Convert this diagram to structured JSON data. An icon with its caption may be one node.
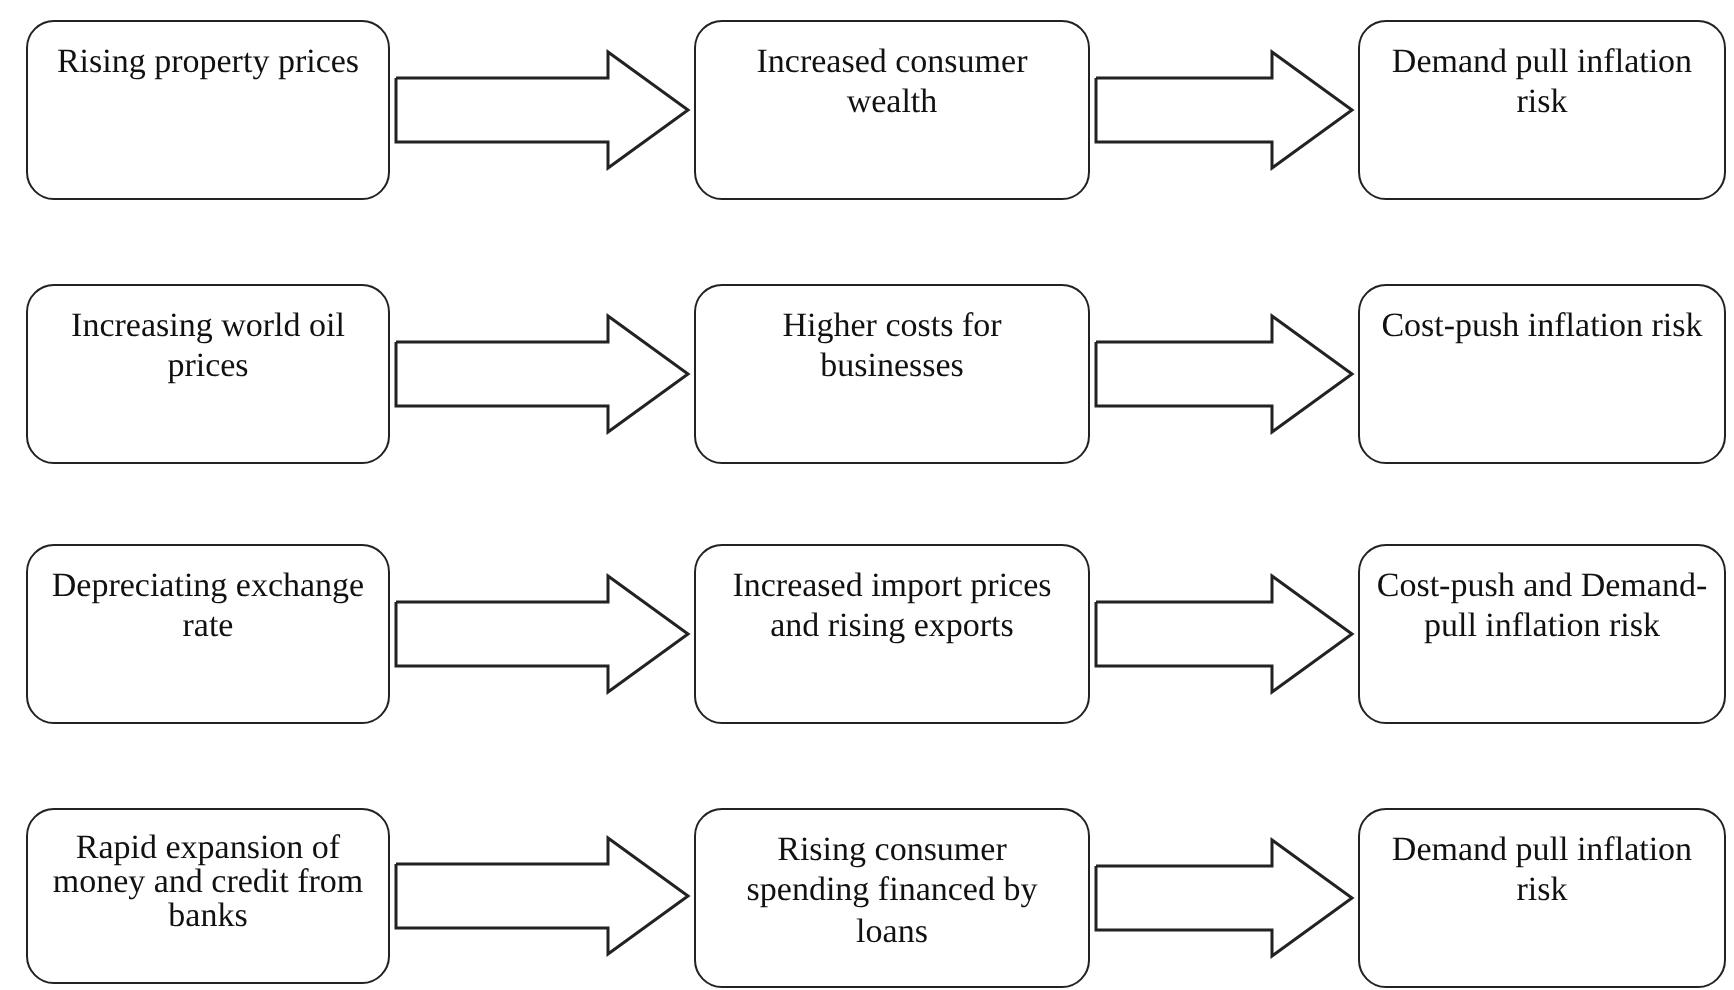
{
  "diagram": {
    "nodes": [
      {
        "text": [
          "Rising property prices"
        ]
      },
      {
        "text": [
          "Increased consumer wealth"
        ]
      },
      {
        "text": [
          "Demand pull inflation risk"
        ]
      },
      {
        "text": [
          "Increasing world oil prices"
        ]
      },
      {
        "text": [
          "Higher costs for businesses"
        ]
      },
      {
        "text": [
          "Cost-push inflation risk"
        ]
      },
      {
        "text": [
          "Depreciating exchange rate"
        ]
      },
      {
        "text": [
          "Increased import prices and rising exports"
        ]
      },
      {
        "text": [
          "Cost-push and Demand-pull inflation risk"
        ]
      },
      {
        "text": [
          "Rapid expansion of money and credit from banks"
        ]
      },
      {
        "text": [
          "Rising consumer spending financed by loans"
        ]
      },
      {
        "text": [
          "Demand pull inflation risk"
        ]
      }
    ],
    "edges": [
      {
        "from": 0,
        "to": 1,
        "arrow": "to"
      },
      {
        "from": 1,
        "to": 2,
        "arrow": "to"
      },
      {
        "from": 3,
        "to": 4,
        "arrow": "to"
      },
      {
        "from": 4,
        "to": 5,
        "arrow": "to"
      },
      {
        "from": 6,
        "to": 7,
        "arrow": "to"
      },
      {
        "from": 7,
        "to": 8,
        "arrow": "to"
      },
      {
        "from": 9,
        "to": 10,
        "arrow": "to"
      },
      {
        "from": 10,
        "to": 11,
        "arrow": "to"
      }
    ]
  }
}
